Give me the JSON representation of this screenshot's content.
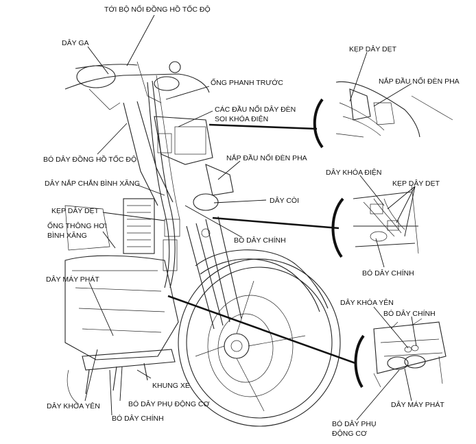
{
  "labels": {
    "dong_ho_connector": "TỚI BỘ NỐI ĐỒNG HỒ TỐC ĐỘ",
    "day_ga": "DÂY GA",
    "ong_phanh_truoc": "ỐNG PHANH TRƯỚC",
    "dau_noi_den_line1": "CÁC ĐẦU NỐI DÂY ĐÈN",
    "dau_noi_den_line2": "SOI KHÓA ĐIỆN",
    "bo_day_dong_ho": "BÓ DÂY ĐỒNG HỒ TỐC ĐỘ",
    "nap_dau_noi_den_pha": "NẮP ĐẦU NỐI ĐÈN PHA",
    "day_nap_chan_binh_xang": "DÂY NẮP CHẮN BÌNH XĂNG",
    "day_coi": "DÂY CÒI",
    "kep_day_det_left": "KẸP DÂY DẸT",
    "ong_thong_hoi_line1": "ỐNG THÔNG HƠI",
    "ong_thong_hoi_line2": "BÌNH XĂNG",
    "bo_day_chinh_mid": "BÓ DÂY CHÍNH",
    "day_may_phat_left": "DÂY MÁY PHÁT",
    "khung_xe": "KHUNG XE",
    "day_khoa_yen_left": "DÂY KHÓA YÊN",
    "bo_day_phu_dong_co_bottom": "BÓ DÂY PHỤ ĐỘNG CƠ",
    "bo_day_chinh_bottom": "BÓ DÂY CHÍNH",
    "detail1_kep_day_det": "KẸP DÂY DẸT",
    "detail1_nap_dau_noi_den_pha": "NẮP ĐẦU NỐI ĐÈN PHA",
    "detail2_day_khoa_dien": "DÂY KHÓA ĐIỆN",
    "detail2_kep_day_det": "KẸP DÂY DẸT",
    "detail2_bo_day_chinh": "BÓ DÂY CHÍNH",
    "detail3_day_khoa_yen": "DÂY KHÓA YÊN",
    "detail3_bo_day_chinh": "BÓ DÂY CHÍNH",
    "detail3_day_may_phat": "DÂY MÁY PHÁT",
    "detail3_bo_day_phu_line1": "BÓ DÂY PHỤ",
    "detail3_bo_day_phu_line2": "ĐỘNG CƠ"
  }
}
